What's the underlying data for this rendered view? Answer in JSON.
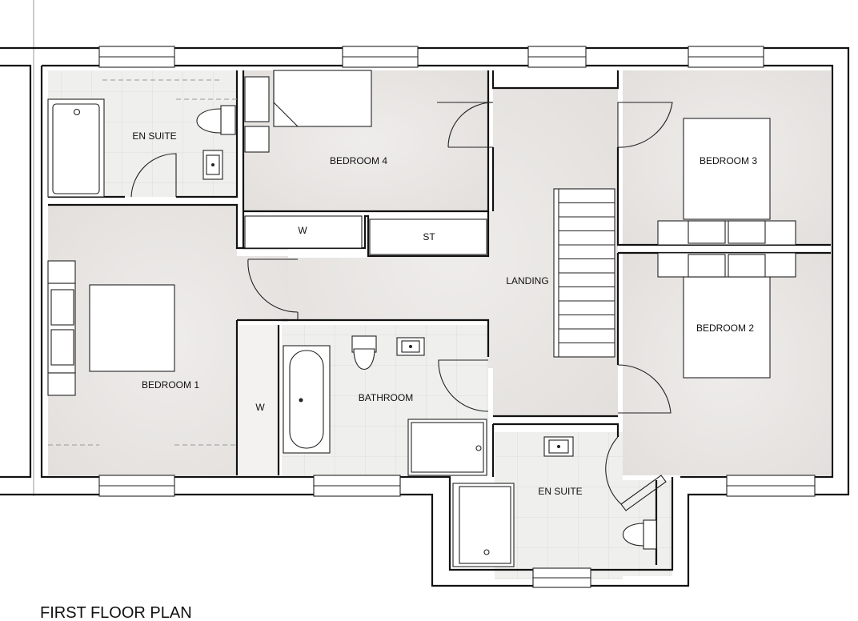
{
  "plan_title": "FIRST FLOOR PLAN",
  "rooms": {
    "en_suite_1": "EN SUITE",
    "bedroom_4": "BEDROOM 4",
    "bedroom_3": "BEDROOM 3",
    "wardrobe_1": "W",
    "store": "ST",
    "landing": "LANDING",
    "bedroom_2": "BEDROOM 2",
    "bedroom_1": "BEDROOM 1",
    "wardrobe_2": "W",
    "bathroom": "BATHROOM",
    "en_suite_2": "EN SUITE"
  },
  "colors": {
    "carpet": "#e9e6e3",
    "tile": "#eeeeec",
    "tile_line": "#dcdcda",
    "wall": "#111111"
  }
}
